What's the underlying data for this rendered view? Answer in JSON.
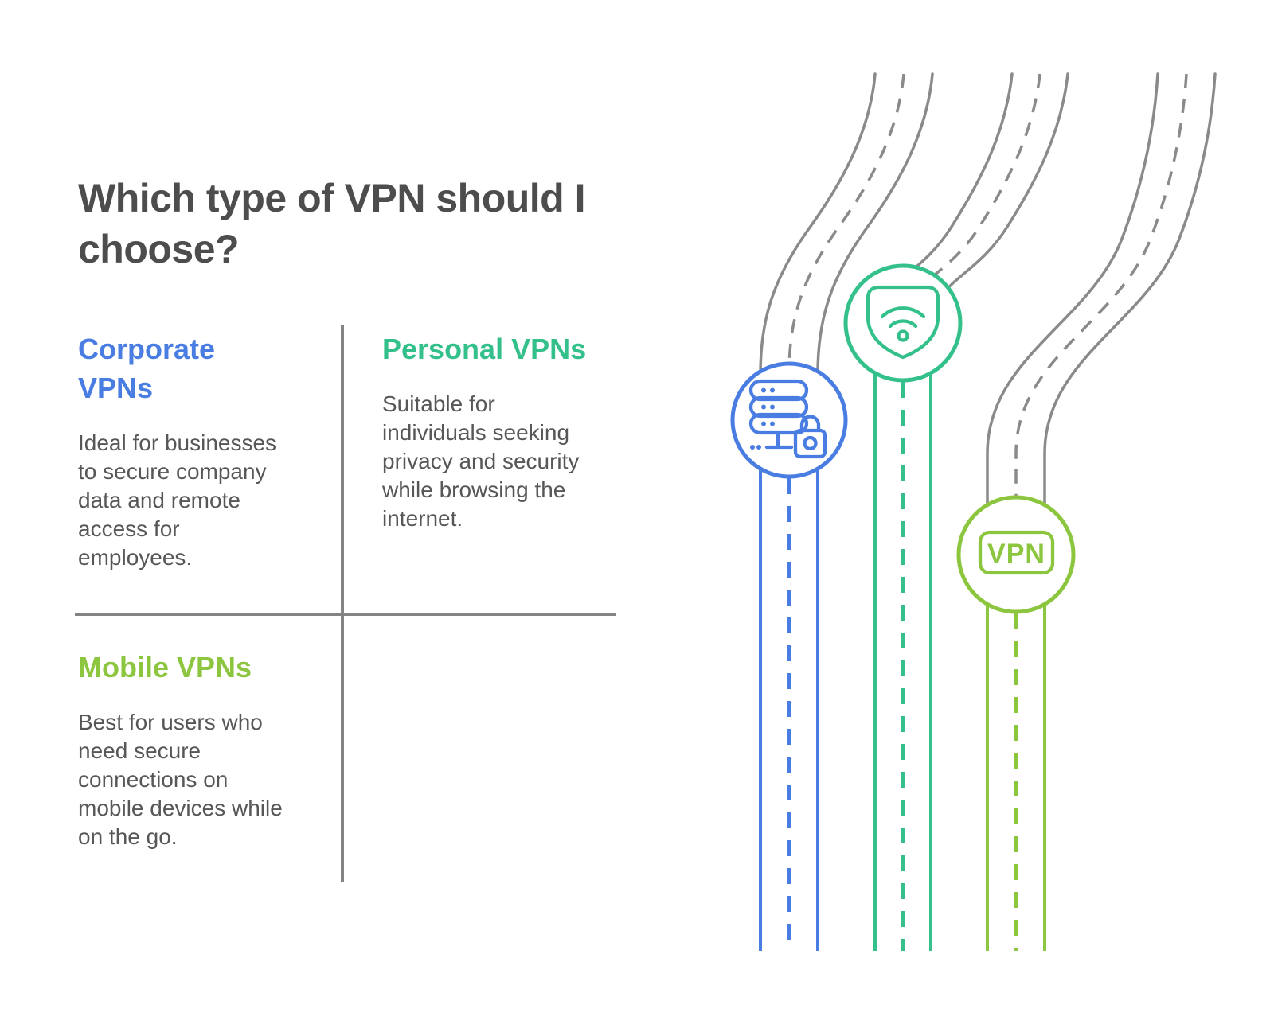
{
  "title": "Which type of VPN should I\nchoose?",
  "sections": [
    {
      "id": "corporate",
      "heading": "Corporate\nVPNs",
      "body": "Ideal for businesses\nto secure company\ndata and remote\naccess for\nemployees.",
      "color": "#4a7de2"
    },
    {
      "id": "personal",
      "heading": "Personal VPNs",
      "body": "Suitable for\nindividuals seeking\nprivacy and security\nwhile browsing the\ninternet.",
      "color": "#34c08a"
    },
    {
      "id": "mobile",
      "heading": "Mobile VPNs",
      "body": "Best for users who\nneed secure\nconnections on\nmobile devices while\non the go.",
      "color": "#8cc63f"
    }
  ],
  "diagram": {
    "road_gray": "#8a8a8a",
    "nodes": [
      {
        "id": "corporate",
        "icon": "server-lock-icon",
        "color": "#4a7de2"
      },
      {
        "id": "personal",
        "icon": "shield-wifi-icon",
        "color": "#34c08a"
      },
      {
        "id": "mobile",
        "icon": "vpn-badge-icon",
        "color": "#8cc63f",
        "badge_label": "VPN"
      }
    ]
  }
}
